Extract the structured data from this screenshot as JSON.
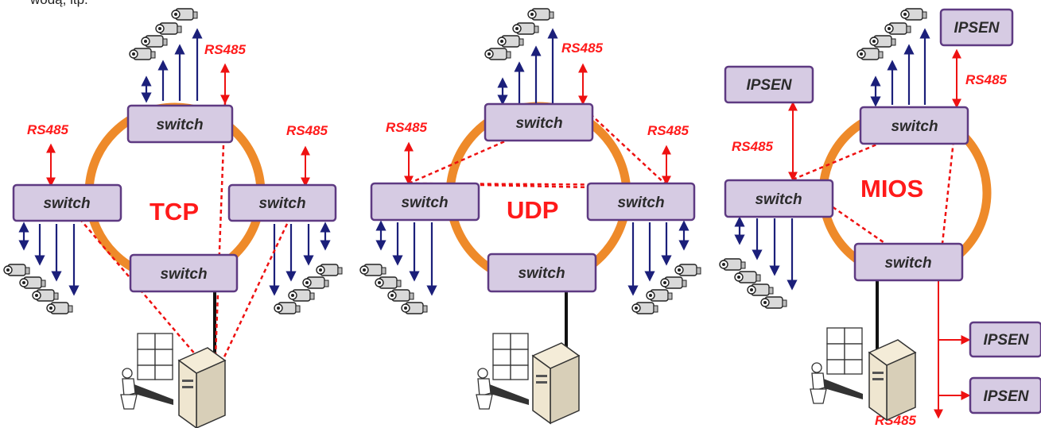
{
  "header": {
    "text": "wodą, itp."
  },
  "labels": {
    "switch": "switch",
    "rs485": "RS485",
    "ipsen": "IPSEN"
  },
  "rings": [
    {
      "protocol": "TCP"
    },
    {
      "protocol": "UDP"
    },
    {
      "protocol": "MIOS"
    }
  ],
  "colors": {
    "ring": "#ee8a2a",
    "switch_fill": "#d6cbe3",
    "switch_border": "#5e3a82",
    "rs485": "#ff1a1a",
    "camera_link": "#1b1f7a",
    "dashed_path": "#ee1111"
  },
  "icons": [
    "camera-icon",
    "monitoring-station-icon",
    "server-icon"
  ]
}
